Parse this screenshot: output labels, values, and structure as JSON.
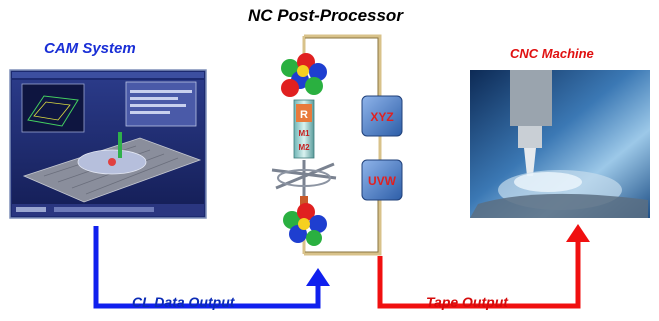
{
  "title": "NC Post-Processor",
  "cam": {
    "label": "CAM System"
  },
  "cnc": {
    "label": "CNC Machine"
  },
  "flows": {
    "cl_data": "CL Data Output",
    "tape": "Tape Output"
  },
  "processor": {
    "block_top": "XYZ",
    "block_bottom": "UVW",
    "column_labels": [
      "R",
      "M1",
      "M2"
    ]
  },
  "colors": {
    "cl_arrow": "#1020ee",
    "tape_arrow": "#f01010",
    "title": "#000000",
    "cam_label": "#1a2fd6",
    "cnc_label": "#e01010",
    "frame_line": "#d8c28a",
    "block_fill": "#4a7fc8",
    "block_text": "#e02020"
  },
  "icons": [
    "cam-screenshot",
    "cnc-machine-photo",
    "color-cube-icon",
    "kinematic-chain-icon"
  ]
}
